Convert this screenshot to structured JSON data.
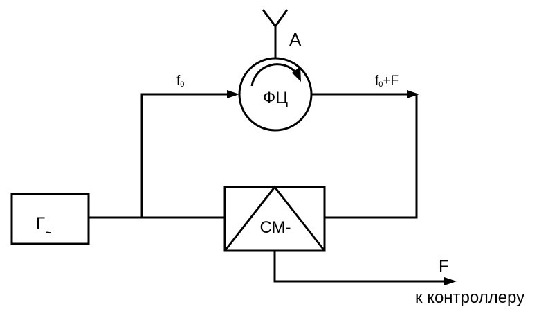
{
  "diagram": {
    "antenna_label": "A",
    "circulator_label": "ФЦ",
    "input_freq": {
      "main": "f",
      "sub": "0"
    },
    "output_freq": {
      "main": "f",
      "sub": "0",
      "tail": "+F"
    },
    "generator_label": "Г",
    "generator_symbol": "~",
    "mixer_label": "СМ-",
    "output_label": "F",
    "destination_label": "к контроллеру"
  }
}
